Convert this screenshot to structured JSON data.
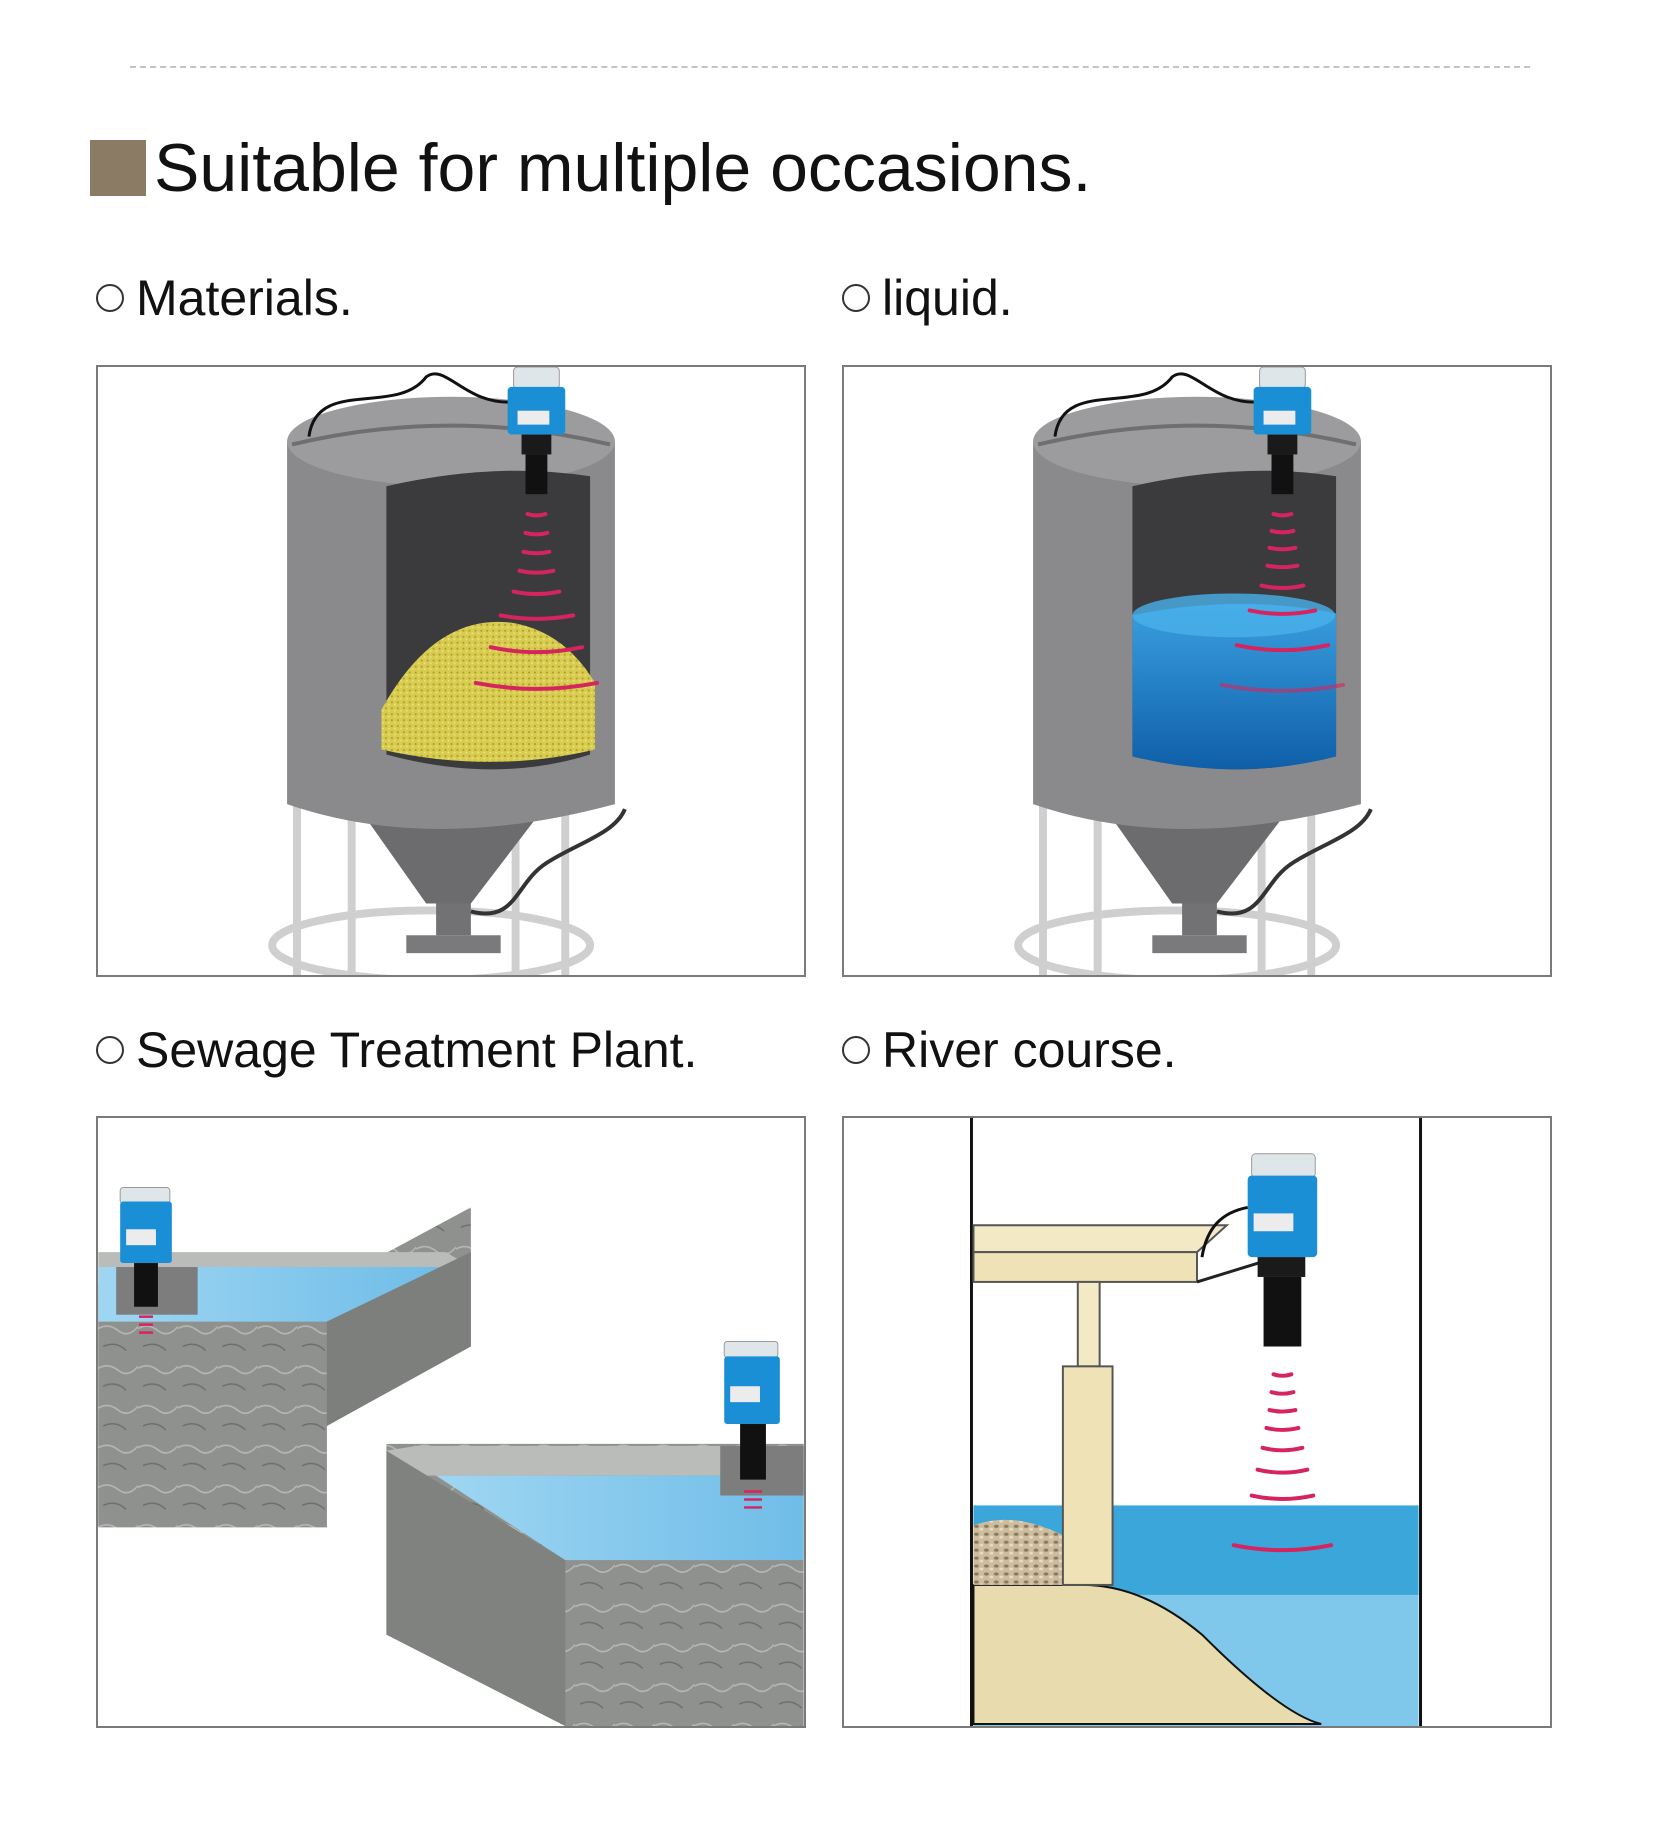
{
  "section": {
    "title": "Suitable for multiple occasions.",
    "accent_color": "#8b7b64"
  },
  "scenes": [
    {
      "label": "Materials.",
      "illustration": "silo-with-granular-material"
    },
    {
      "label": "liquid.",
      "illustration": "silo-with-liquid"
    },
    {
      "label": "Sewage Treatment Plant.",
      "illustration": "concrete-tanks-with-water"
    },
    {
      "label": "River course.",
      "illustration": "river-channel-with-bridge"
    }
  ],
  "colors": {
    "sensor_body": "#1b8fd6",
    "wave": "#d6245e",
    "silo": "#8a8a8c",
    "material": "#d8cc50",
    "liquid": "#1d7fc4",
    "water": "#7fc8ec",
    "concrete": "#8e918e",
    "sand": "#e8dcae"
  }
}
